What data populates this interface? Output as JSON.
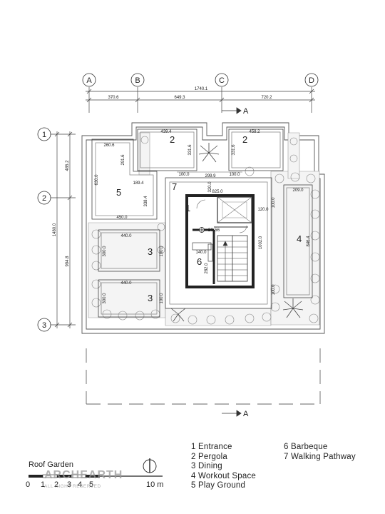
{
  "grid": {
    "columns": [
      "A",
      "B",
      "C",
      "D"
    ],
    "rows": [
      "1",
      "2",
      "3"
    ]
  },
  "dimensions": {
    "top_total": "1740.1",
    "top_segments": [
      "370.6",
      "649.3",
      "720.2"
    ],
    "left_total": "1480.0",
    "left_segments": [
      "485.2",
      "994.8"
    ],
    "pergola_left_w": "439.4",
    "pergola_left_h": "331.6",
    "pergola_right_w": "458.2",
    "pergola_right_h": "331.6",
    "play_top": "260.6",
    "play_a": "291.6",
    "play_b": "189.4",
    "play_h": "630.0",
    "play_c": "338.4",
    "play_w": "450.0",
    "dining_w1": "440.0",
    "dining_h1": "300.0",
    "dining_side1": "100.0",
    "dining_w2": "440.0",
    "dining_h2": "300.0",
    "dining_side2": "100.0",
    "gap_left": "100.0",
    "gap_mid": "299.9",
    "gap_right": "100.0",
    "core_h": "320.0",
    "core_w": "825.0",
    "core_inner": "120.0",
    "core_tall": "1002.0",
    "workout_w": "209.0",
    "workout_h": "846.4",
    "workout_side": "100.0",
    "workout_side2": "100.0",
    "bbq_w": "140.0",
    "bbq_h": "282.0",
    "elev": "+26.56"
  },
  "rooms": [
    {
      "num": "1"
    },
    {
      "num": "2"
    },
    {
      "num": "2"
    },
    {
      "num": "3"
    },
    {
      "num": "3"
    },
    {
      "num": "4"
    },
    {
      "num": "5"
    },
    {
      "num": "6"
    },
    {
      "num": "7"
    }
  ],
  "section_marks": [
    "A",
    "A"
  ],
  "legend": {
    "col1": [
      "1 Entrance",
      "2 Pergola",
      "3 Dining",
      "4 Workout Space",
      "5 Play Ground"
    ],
    "col2": [
      "6 Barbeque",
      "7 Walking Pathway"
    ]
  },
  "caption": "Roof Garden",
  "scale": {
    "ticks": [
      "0",
      "1",
      "2",
      "3",
      "4",
      "5"
    ],
    "end": "10 m"
  },
  "watermark": {
    "name": "ARCHEARTH",
    "rights": "ALL RIGHT RESERVED"
  }
}
